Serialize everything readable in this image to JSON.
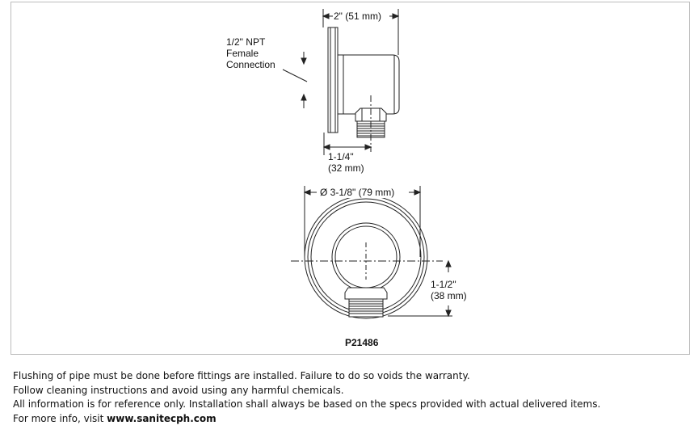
{
  "diagram": {
    "dim_width": "2\" (51 mm)",
    "connection_label": [
      "1/2\" NPT",
      "Female",
      "Connection"
    ],
    "dim_outlet": [
      "1-1/4\"",
      "(32 mm)"
    ],
    "dim_diameter": "Ø 3-1/8\" (79 mm)",
    "dim_offset": [
      "1-1/2\"",
      "(38 mm)"
    ],
    "part_number": "P21486"
  },
  "notes": {
    "line1": "Flushing of pipe must be done before fittings are installed. Failure to do so voids the warranty.",
    "line2": "Follow cleaning instructions and avoid using any harmful chemicals.",
    "line3": "All information is for reference only. Installation shall always be based on the specs provided with actual delivered items.",
    "line4_prefix": "For more info, visit ",
    "line4_url": "www.sanitecph.com"
  }
}
